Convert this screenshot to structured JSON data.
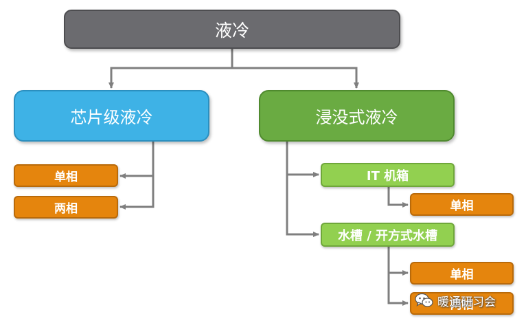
{
  "diagram": {
    "root": "液冷",
    "chip_level": {
      "label": "芯片级液冷",
      "children": [
        "单相",
        "两相"
      ]
    },
    "immersion": {
      "label": "浸没式液冷",
      "it_box": {
        "label": "IT 机箱",
        "children": [
          "单相"
        ]
      },
      "tank": {
        "label": "水槽 / 开方式水槽",
        "children": [
          "单相",
          "两相"
        ]
      }
    }
  },
  "watermark": {
    "text": "暖通研习会",
    "icon": "wechat-icon"
  },
  "colors": {
    "root": "#6b6b6f",
    "chip_level": "#3eb2e6",
    "immersion": "#6aab42",
    "sub_green": "#92d050",
    "leaf_orange": "#e5850d",
    "connector": "#7f7f7f"
  }
}
